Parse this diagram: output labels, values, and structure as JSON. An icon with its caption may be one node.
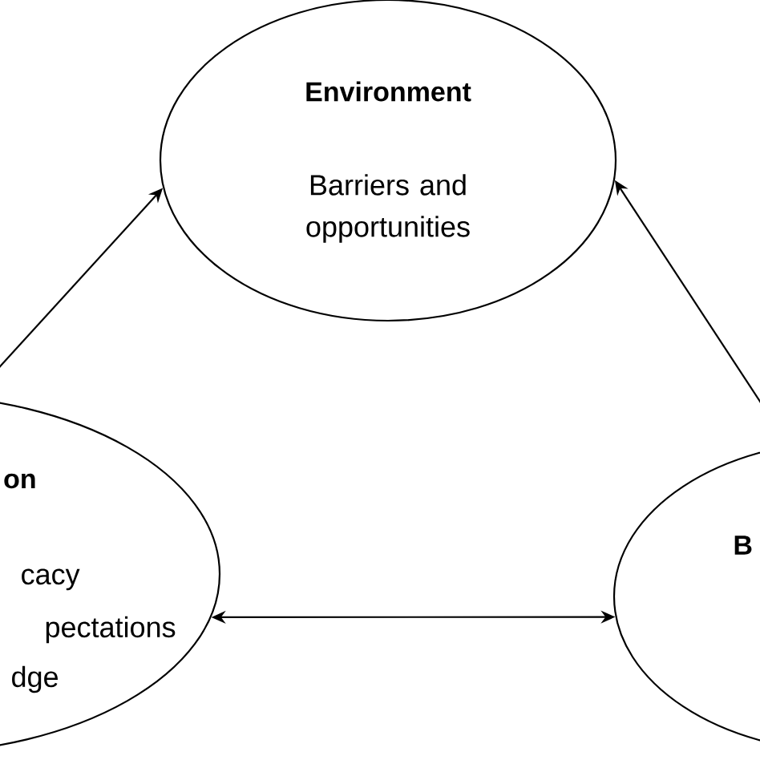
{
  "diagram": {
    "nodes": [
      {
        "text": [
          "Environment",
          "Barriers and opportunities"
        ]
      },
      {
        "text": [
          "on",
          "cacy pectations dge"
        ]
      },
      {
        "text": [
          "B"
        ]
      }
    ],
    "edges": [
      {
        "from": 1,
        "to": 0,
        "arrow": "to"
      },
      {
        "from": 2,
        "to": 0,
        "arrow": "to"
      },
      {
        "from": 1,
        "to": 2,
        "arrow": "both"
      }
    ]
  }
}
